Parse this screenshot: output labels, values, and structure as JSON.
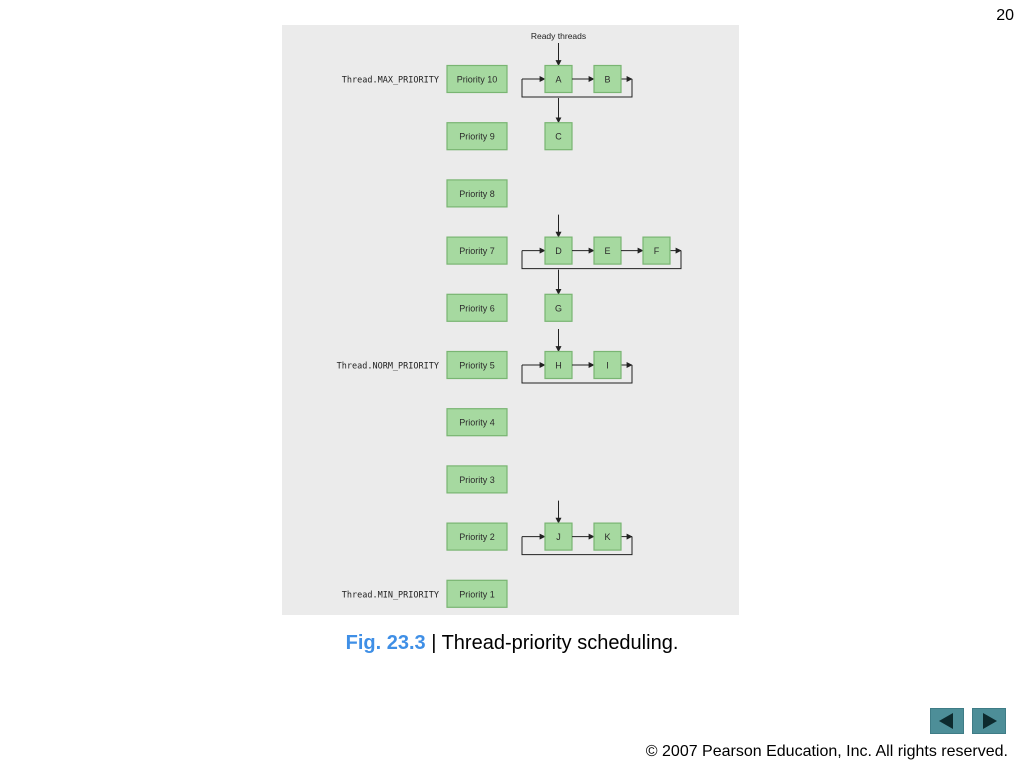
{
  "slide": {
    "page_number": "20"
  },
  "diagram": {
    "entry_label": "Ready threads",
    "levels": [
      {
        "label": "Priority 10",
        "constant": "Thread.MAX_PRIORITY",
        "threads": [
          "A",
          "B"
        ],
        "overflow": [
          "C"
        ]
      },
      {
        "label": "Priority 9",
        "constant": "",
        "threads": []
      },
      {
        "label": "Priority 8",
        "constant": "",
        "threads": []
      },
      {
        "label": "Priority 7",
        "constant": "",
        "threads": [
          "D",
          "E",
          "F"
        ],
        "overflow": [
          "G"
        ]
      },
      {
        "label": "Priority 6",
        "constant": "",
        "threads": []
      },
      {
        "label": "Priority 5",
        "constant": "Thread.NORM_PRIORITY",
        "threads": [
          "H",
          "I"
        ]
      },
      {
        "label": "Priority 4",
        "constant": "",
        "threads": []
      },
      {
        "label": "Priority 3",
        "constant": "",
        "threads": []
      },
      {
        "label": "Priority 2",
        "constant": "",
        "threads": [
          "J",
          "K"
        ]
      },
      {
        "label": "Priority 1",
        "constant": "Thread.MIN_PRIORITY",
        "threads": []
      }
    ]
  },
  "caption": {
    "figure_number": "Fig. 23.3",
    "separator": " | ",
    "text": "Thread-priority scheduling."
  },
  "navigation": {
    "prev_icon": "left-triangle-icon",
    "next_icon": "right-triangle-icon"
  },
  "footer": {
    "copyright": "© 2007 Pearson Education, Inc.  All rights reserved."
  },
  "colors": {
    "box_fill": "#a6d9a0",
    "box_border": "#79b572",
    "panel_bg": "#ebebeb",
    "caption_accent": "#3f8fe6",
    "nav_button": "#4d8e98"
  }
}
